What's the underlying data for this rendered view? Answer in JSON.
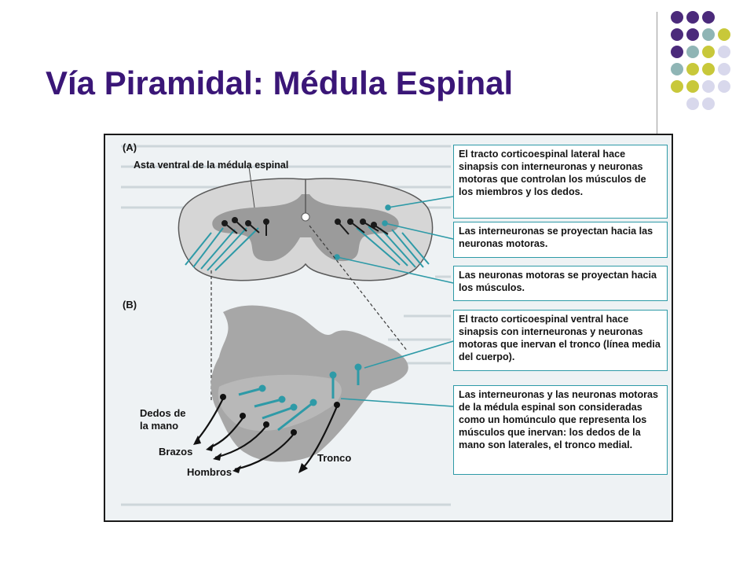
{
  "slide": {
    "title": "Vía Piramidal: Médula Espinal",
    "colors": {
      "title": "#3a1677",
      "dot_purple": "#4b2a7b",
      "dot_teal": "#8fb5b5",
      "dot_olive": "#c8c83a",
      "dot_lavender": "#d8d8ec",
      "tract": "#2e9aa7"
    }
  },
  "figure": {
    "panel_a_label": "(A)",
    "panel_b_label": "(B)",
    "ventral_horn_label": "Asta ventral de la médula espinal",
    "captions": [
      "El tracto corticoespinal lateral hace sinapsis con interneuronas y neuronas motoras que controlan los músculos de los miembros y los dedos.",
      "Las interneuronas se proyectan hacia las neuronas motoras.",
      "Las neuronas motoras se proyectan hacia los músculos.",
      "El tracto corticoespinal ventral hace sinapsis con interneuronas y neuronas motoras que inervan el tronco (línea media del cuerpo).",
      "Las interneuronas y las neuronas motoras de la médula espinal son consideradas como un homúnculo que representa los músculos que inervan: los dedos de la mano son laterales, el tronco medial."
    ],
    "body_labels": {
      "fingers_line1": "Dedos de",
      "fingers_line2": "la mano",
      "arms": "Brazos",
      "shoulders": "Hombros",
      "trunk": "Tronco"
    }
  }
}
